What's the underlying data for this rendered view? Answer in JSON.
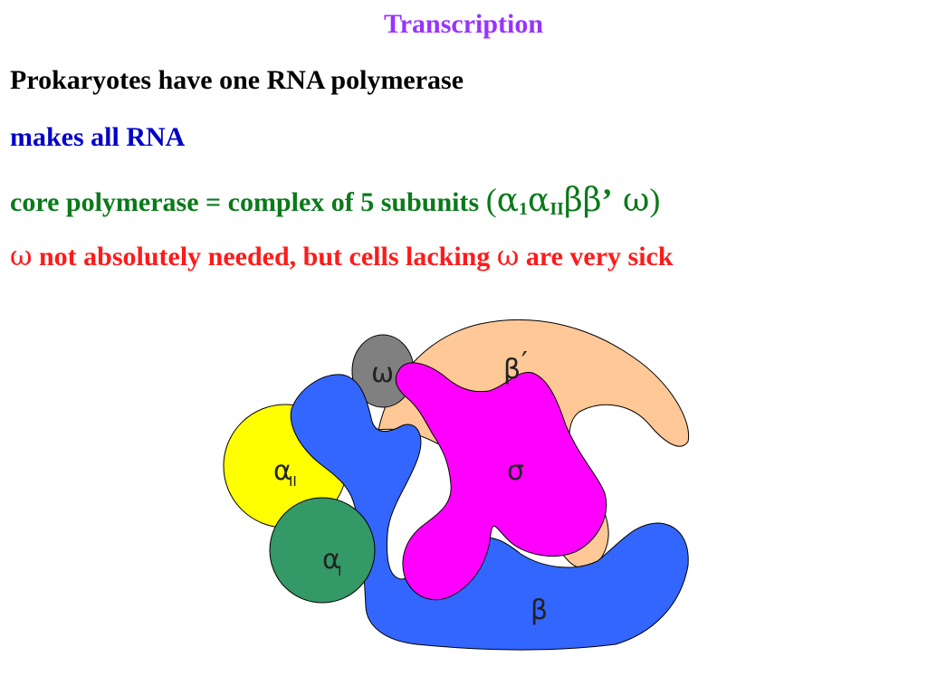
{
  "slide": {
    "title": "Transcription",
    "line1": "Prokaryotes have one RNA polymerase",
    "line2": "makes all RNA",
    "line3_text": "core polymerase = complex of 5 subunits ",
    "line3_formula": {
      "open": "(",
      "alpha1": "α",
      "alpha1_sub": "1",
      "alpha2": "α",
      "alpha2_sub": "II",
      "betas": "ββ",
      "prime": "’",
      "omega": " ω",
      "close": ")"
    },
    "line4": {
      "omega1": "ω",
      "mid": " not absolutely needed, but cells lacking ",
      "omega2": "ω",
      "end": " are very sick"
    }
  },
  "diagram": {
    "subunits": {
      "beta_prime": {
        "label": "β",
        "prime": "′",
        "color": "#ffc896"
      },
      "omega": {
        "label": "ω",
        "color": "#808080"
      },
      "alpha_II": {
        "label": "α",
        "sub": "II",
        "color": "#ffff00"
      },
      "alpha_I": {
        "label": "α",
        "sub": "I",
        "color": "#339966"
      },
      "beta": {
        "label": "β",
        "color": "#3366ff"
      },
      "sigma": {
        "label": "σ",
        "color": "#ff00ff"
      }
    }
  }
}
